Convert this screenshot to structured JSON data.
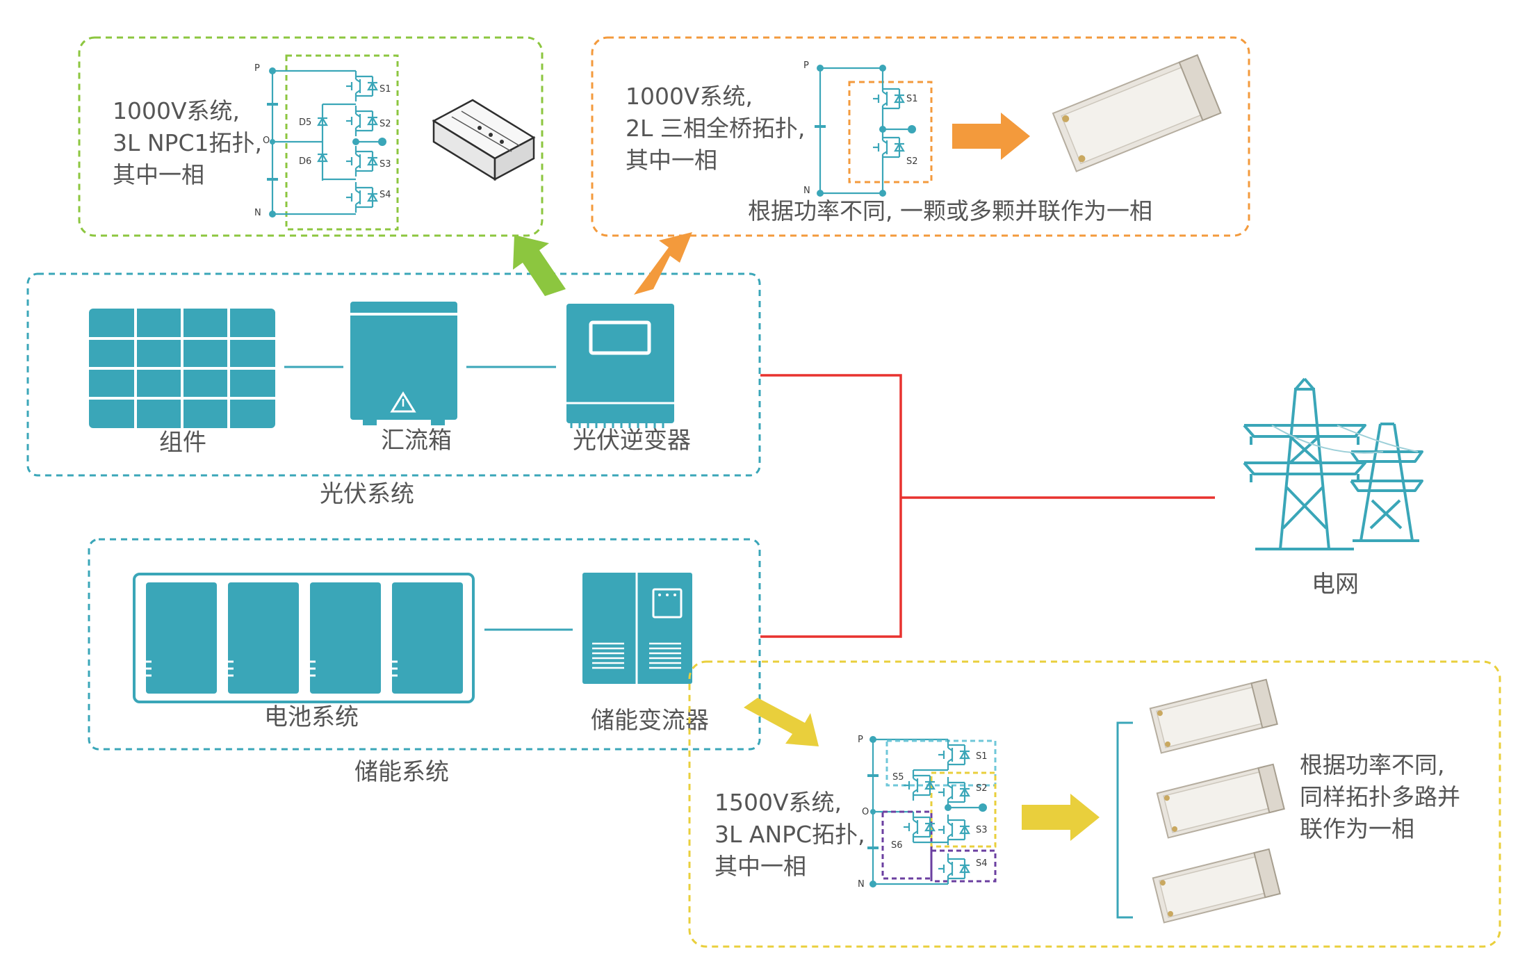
{
  "npc1": {
    "line1": "1000V系统,",
    "line2": "3L NPC1拓扑,",
    "line3": "其中一相",
    "node_p": "P",
    "node_o": "O",
    "node_n": "N",
    "d5": "D5",
    "d6": "D6",
    "s1": "S1",
    "s2": "S2",
    "s3": "S3",
    "s4": "S4"
  },
  "two_level": {
    "line1": "1000V系统,",
    "line2": "2L 三相全桥拓扑,",
    "line3": "其中一相",
    "note": "根据功率不同, 一颗或多颗并联作为一相",
    "node_p": "P",
    "node_n": "N",
    "s1": "S1",
    "s2": "S2"
  },
  "pv": {
    "module_label": "组件",
    "combiner_label": "汇流箱",
    "inverter_label": "光伏逆变器",
    "system_label": "光伏系统"
  },
  "grid": {
    "label": "电网"
  },
  "storage": {
    "battery_label": "电池系统",
    "pcs_label": "储能变流器",
    "system_label": "储能系统"
  },
  "anpc": {
    "line1": "1500V系统,",
    "line2": "3L ANPC拓扑,",
    "line3": "其中一相",
    "node_p": "P",
    "node_o": "O",
    "node_n": "N",
    "s1": "S1",
    "s2": "S2",
    "s3": "S3",
    "s4": "S4",
    "s5": "S5",
    "s6": "S6",
    "note1": "根据功率不同,",
    "note2": "同样拓扑多路并",
    "note3": "联作为一相"
  },
  "colors": {
    "accent_teal": "#3aa6b8",
    "npc1_green": "#8cc63f",
    "two_level_orange": "#f39a3c",
    "anpc_yellow": "#e9cf3c",
    "grid_red": "#e8322f",
    "anpc_purple": "#6b3fa0"
  }
}
